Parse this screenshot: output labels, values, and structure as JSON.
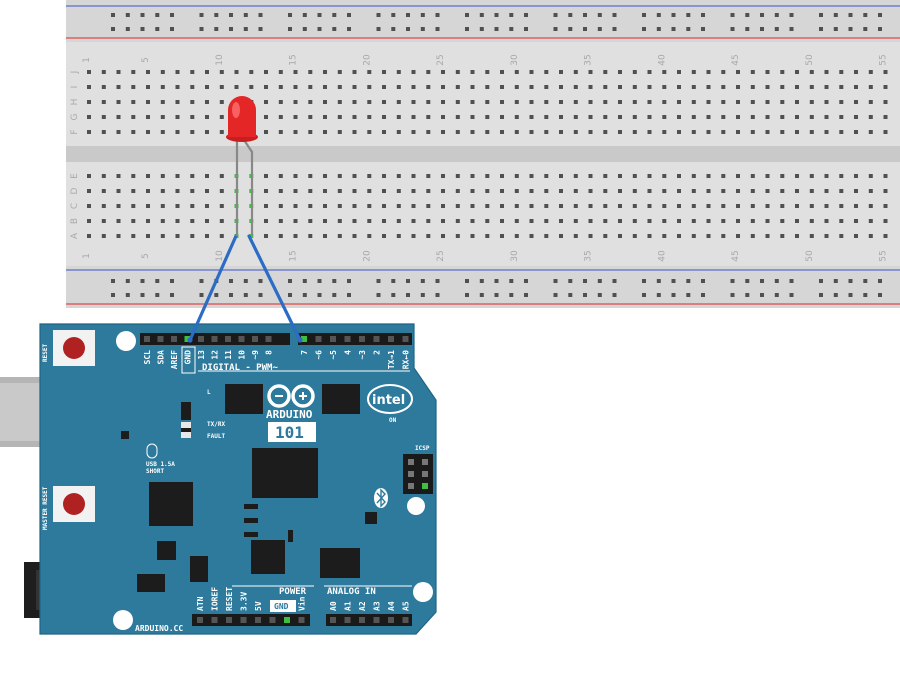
{
  "breadboard": {
    "column_numbers": [
      "1",
      "5",
      "10",
      "15",
      "20",
      "25",
      "30",
      "35",
      "40",
      "45",
      "50",
      "55"
    ],
    "rows_top": [
      "J",
      "I",
      "H",
      "G",
      "F"
    ],
    "rows_bottom": [
      "E",
      "D",
      "C",
      "B",
      "A"
    ]
  },
  "board": {
    "brand": "ARDUINO",
    "model": "101",
    "intel": "intel",
    "on_label": "ON",
    "txrx": "TX/RX",
    "fault": "FAULT",
    "l_label": "L",
    "usb_label": "USB 1.5A",
    "short_label": "SHORT",
    "icsp": "ICSP",
    "reset": "RESET",
    "master_reset": "MASTER RESET",
    "website": "ARDUINO.CC",
    "digital_label": "DIGITAL - PWM~",
    "power_label": "POWER",
    "analog_label": "ANALOG IN",
    "power_gnd": "GND",
    "header_top_pins": [
      "SCL",
      "SDA",
      "AREF",
      "GND",
      "13",
      "12",
      "11",
      "10",
      "~9",
      "8",
      "7",
      "~6",
      "~5",
      "4",
      "~3",
      "2",
      "TX→1",
      "RX←0"
    ],
    "header_bottom_power": [
      "ATN",
      "IOREF",
      "RESET",
      "3.3V",
      "5V"
    ],
    "header_bottom_vin": "Vin",
    "header_bottom_analog": [
      "A0",
      "A1",
      "A2",
      "A3",
      "A4",
      "A5"
    ]
  },
  "colors": {
    "board": "#2d7a9c",
    "breadboard": "#dcdcdc",
    "wire": "#2b6cc4",
    "led": "#e52626",
    "rail_red": "#e04a4a",
    "rail_blue": "#5a6fc8"
  }
}
